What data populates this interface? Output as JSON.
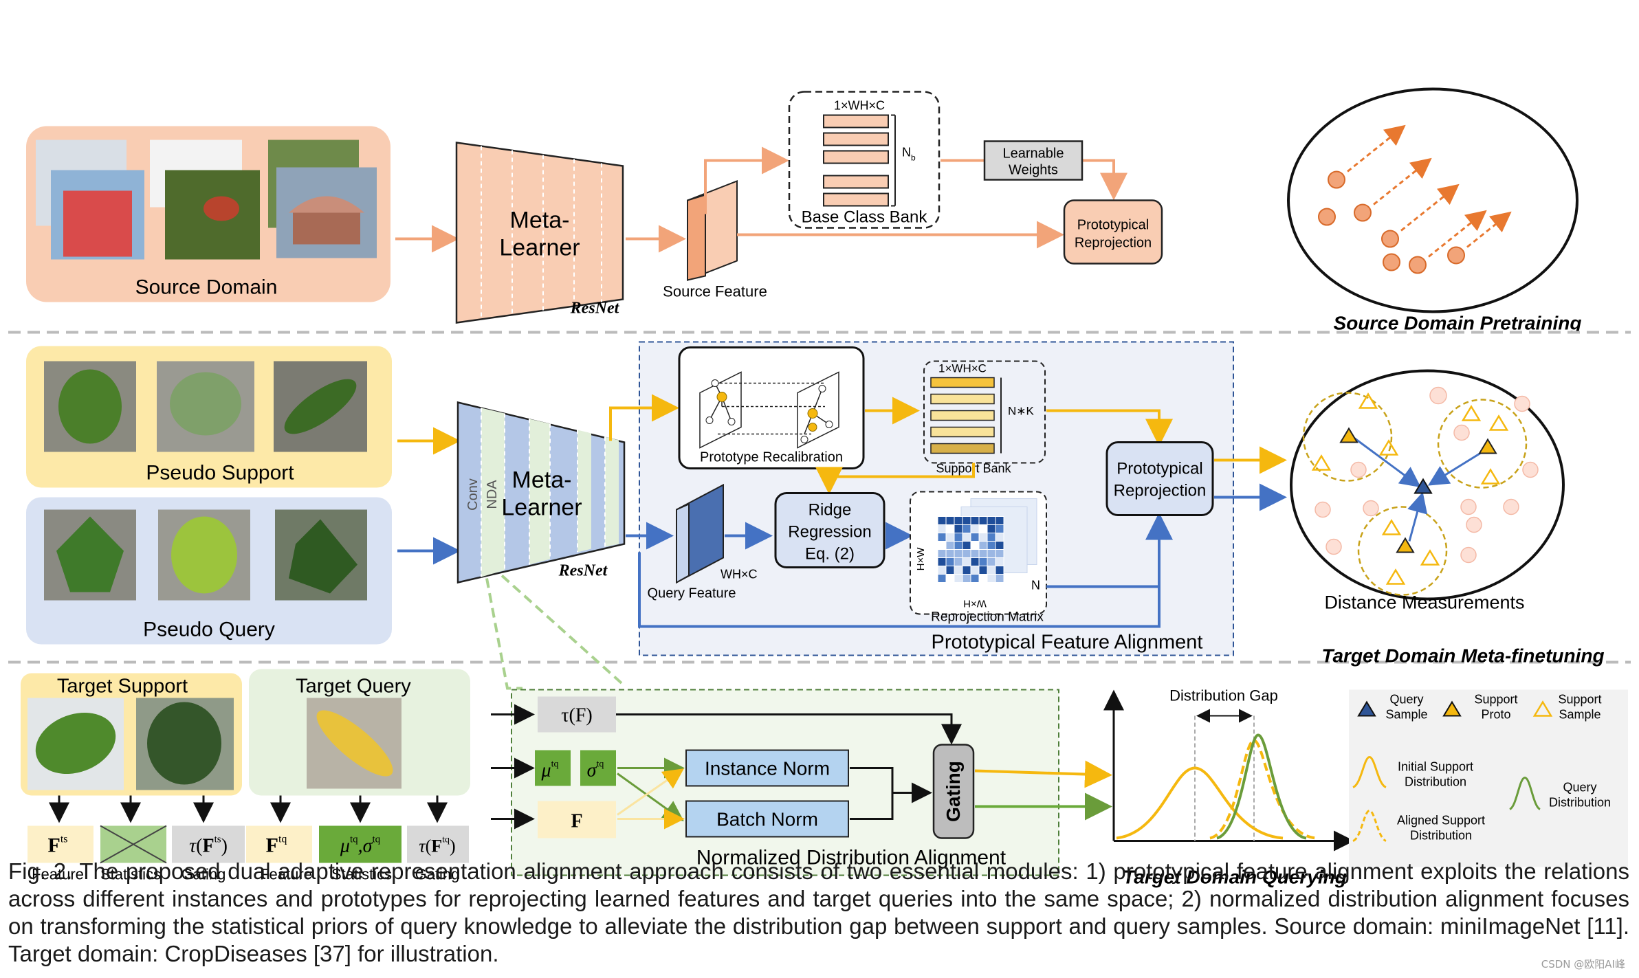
{
  "source": {
    "domain_label": "Source Domain",
    "meta_learner": [
      "Meta-",
      "Learner"
    ],
    "resnet": "ResNet",
    "source_feature": "Source Feature",
    "bank_dim": "1×WH×C",
    "bank_nb": "N",
    "bank_nb_sub": "b",
    "bank_label": "Base Class Bank",
    "learnable_weights": [
      "Learnable",
      "Weights"
    ],
    "proto_reproj": [
      "Prototypical",
      "Reprojection"
    ],
    "title": "Source Domain Pretraining"
  },
  "meta": {
    "pseudo_support": "Pseudo Support",
    "pseudo_query": "Pseudo Query",
    "conv": "Conv",
    "nda": "NDA",
    "meta_learner": [
      "Meta-",
      "Learner"
    ],
    "resnet": "ResNet",
    "prototype_recalibration": "Prototype Recalibration",
    "support_bank_dim": "1×WH×C",
    "support_bank_nk": "N∗K",
    "support_bank": "Support Bank",
    "ridge": [
      "Ridge",
      "Regression",
      "Eq. (2)"
    ],
    "query_feature": "Query  Feature",
    "whxc": "WH×C",
    "whxh": "W×H",
    "hxw": "H×W",
    "n": "N",
    "reprojection_matrix": "Reprojection Matrix",
    "proto_reproj": [
      "Prototypical",
      "Reprojection"
    ],
    "pfa": "Prototypical Feature Alignment",
    "distance": "Distance Measurements",
    "title": "Target Domain Meta-finetuning"
  },
  "query": {
    "target_support": "Target Support",
    "target_query": "Target Query",
    "feature": "Feature",
    "statistics": "Statistics",
    "gating": "Gating",
    "tauF": "τ(F)",
    "mu": "μ",
    "sigma": "σ",
    "tq": "tq",
    "ts": "ts",
    "F": "F",
    "instance_norm": "Instance Norm",
    "batch_norm": "Batch Norm",
    "gating_box": "Gating",
    "nda": "Normalized Distribution Alignment",
    "distribution_gap": "Distribution Gap",
    "title": "Target Domain Querying"
  },
  "legend": {
    "query_sample": [
      "Query",
      "Sample"
    ],
    "support_proto": [
      "Support",
      "Proto"
    ],
    "support_sample": [
      "Support",
      "Sample"
    ],
    "initial": [
      "Initial Support",
      "Distribution"
    ],
    "query_dist": [
      "Query",
      "Distribution"
    ],
    "aligned": [
      "Aligned Support",
      "Distribution"
    ]
  },
  "colors": {
    "orange": "#f2a479",
    "peach": "#f9cdb3",
    "yellow": "#f7bf1a",
    "blue": "#4472c4",
    "green": "#6a9c3a",
    "gray": "#9a9a9a"
  },
  "caption": "Fig. 2. The proposed dual adaptive representation alignment approach consists of two essential modules: 1) prototypical feature alignment exploits the relations across different instances and prototypes for reprojecting learned features and target queries into the same space; 2) normalized distribution alignment focuses on transforming the statistical priors of query knowledge to alleviate the distribution gap between support and query samples. Source domain: miniImageNet [11]. Target domain: CropDiseases [37] for illustration.",
  "watermark": "CSDN @欧阳AI峰"
}
